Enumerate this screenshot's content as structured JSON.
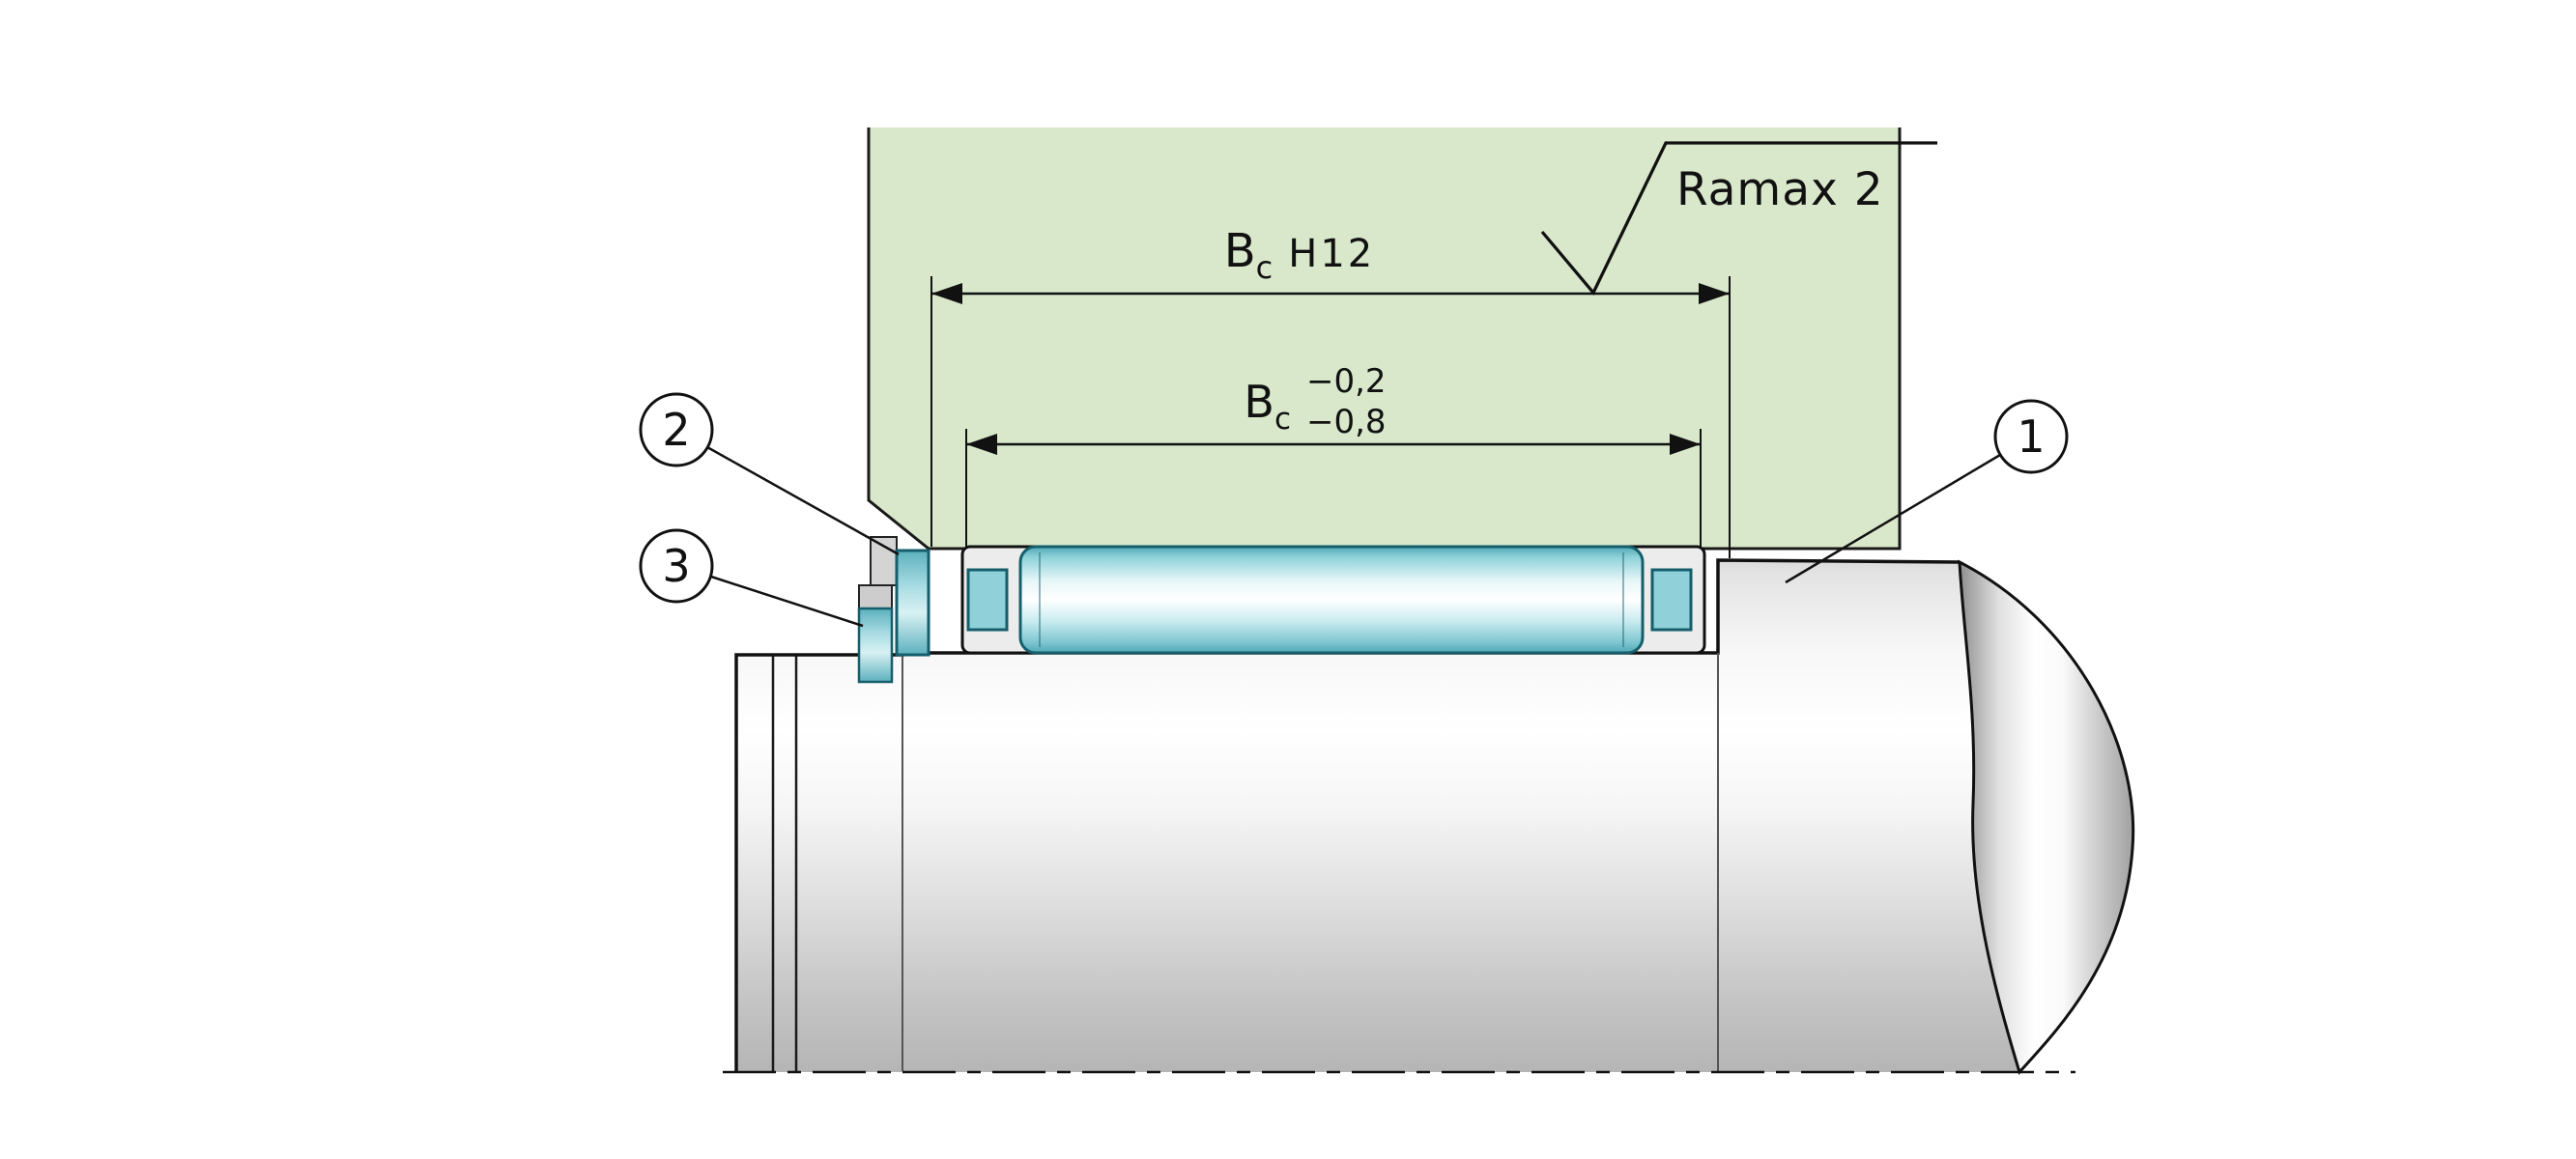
{
  "labels": {
    "roughness": "Ramax 2"
  },
  "dimensions": {
    "housing_bore_width": {
      "symbol": "B",
      "subscript": "c",
      "tolerance": "H12"
    },
    "cage_width": {
      "symbol": "B",
      "subscript": "c",
      "tolerance_upper": "−0,2",
      "tolerance_lower": "−0,8"
    }
  },
  "callouts": [
    {
      "number": "1"
    },
    {
      "number": "2"
    },
    {
      "number": "3"
    }
  ],
  "colors": {
    "housing_green": "#d9e8cb",
    "cage_teal": "#8fd0d9",
    "seal_teal": "#7ec6d0",
    "teal_outline": "#155e6b",
    "outline": "#111111"
  }
}
